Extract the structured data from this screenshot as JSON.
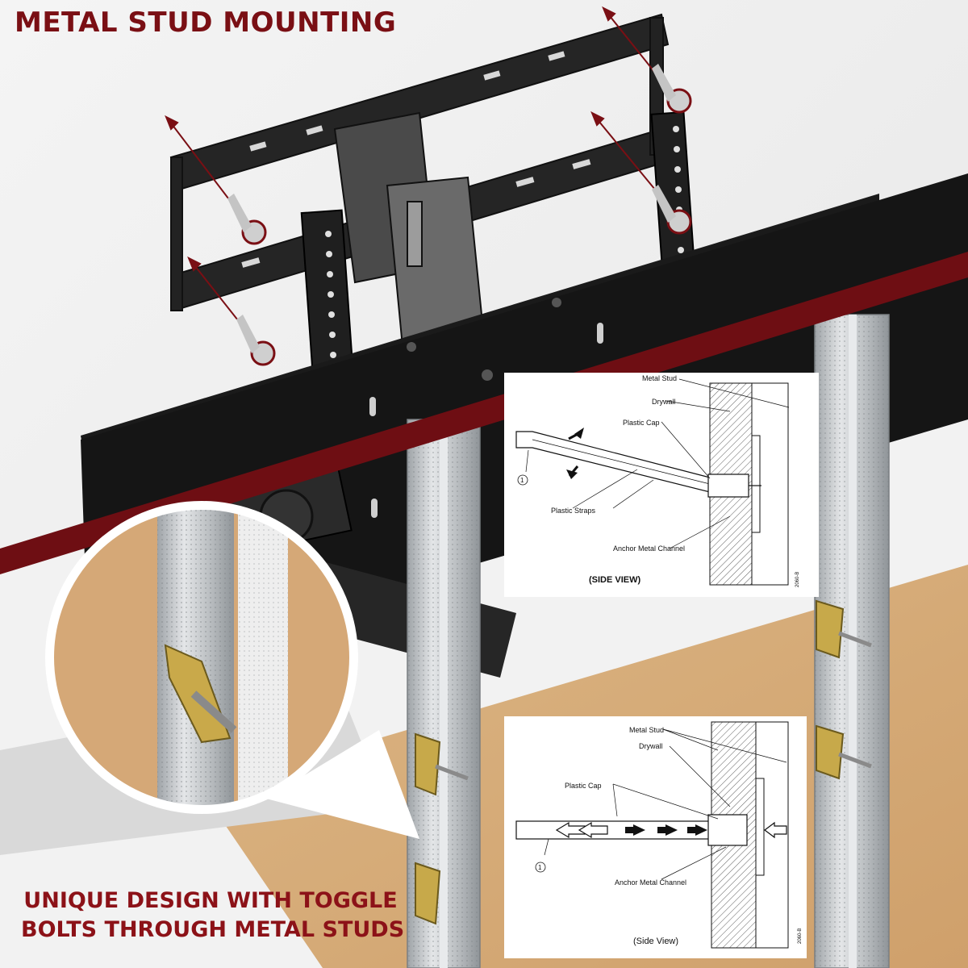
{
  "header": {
    "title": "METAL STUD MOUNTING"
  },
  "tagline": {
    "line1": "UNIQUE DESIGN WITH TOGGLE",
    "line2": "BOLTS THROUGH METAL STUDS"
  },
  "diagram_top": {
    "metal_stud": "Metal Stud",
    "drywall": "Drywall",
    "plastic_cap": "Plastic Cap",
    "plastic_straps": "Plastic Straps",
    "anchor_channel": "Anchor Metal Channel",
    "view": "(SIDE VIEW)",
    "callout": "1",
    "code": "2060-B"
  },
  "diagram_bottom": {
    "metal_stud": "Metal Stud",
    "drywall": "Drywall",
    "plastic_cap": "Plastic Cap",
    "anchor_channel": "Anchor Metal Channel",
    "view": "(Side View)",
    "callout": "1",
    "code": "2060-B"
  },
  "colors": {
    "brand_red": "#8c1218",
    "divider_red": "#6e0e13",
    "bracket_black": "#1d1d1d",
    "cardboard": "#d6ad7c",
    "stud_silver": "#c9ccce"
  }
}
